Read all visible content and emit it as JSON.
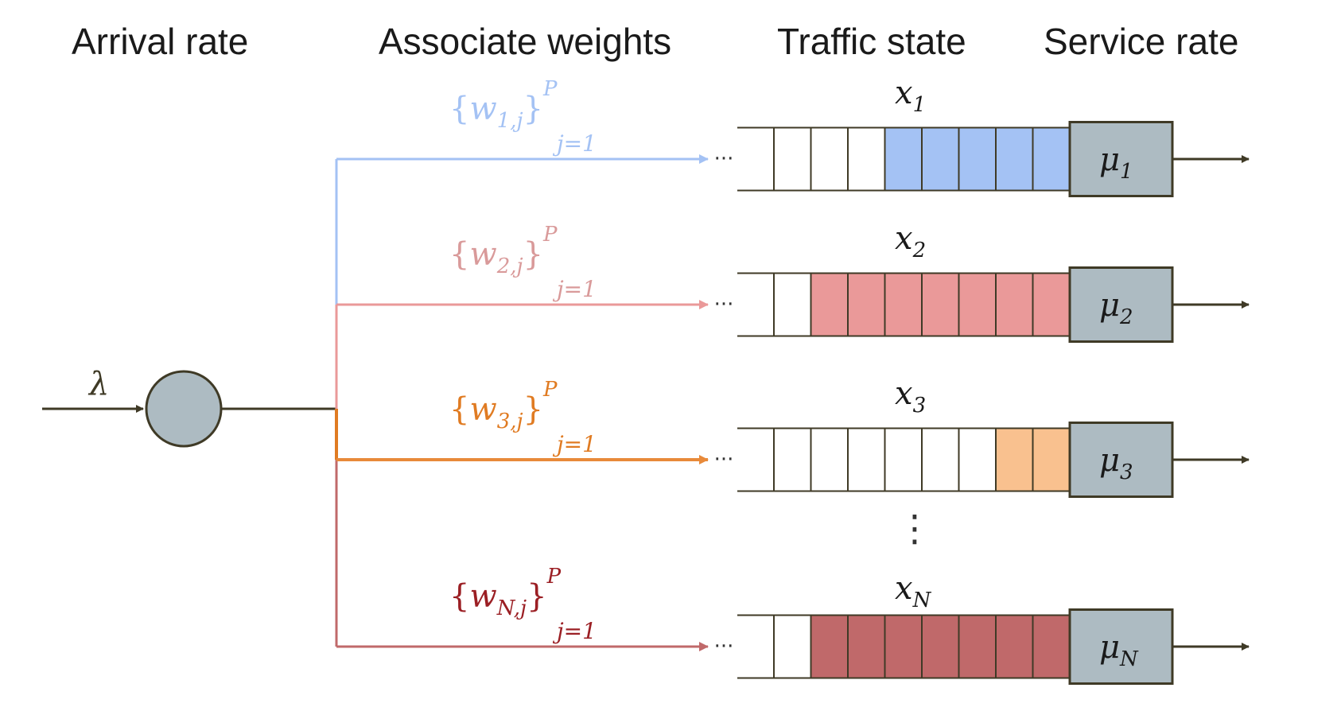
{
  "headers": {
    "arrival": "Arrival rate",
    "weights": "Associate weights",
    "traffic": "Traffic state",
    "service": "Service rate"
  },
  "source": {
    "symbol": "λ"
  },
  "ellipsis": "···",
  "vertical_dots": "⋮",
  "colors": {
    "line": "#3f3a26",
    "server": "#adbbc2",
    "cell_border": "#3f3a26"
  },
  "queues": [
    {
      "id": "1",
      "weight_main": "w",
      "weight_sub": "1,j",
      "sup": "P",
      "lower": "j=1",
      "state_main": "x",
      "state_sub": "1",
      "rate_main": "μ",
      "rate_sub": "1",
      "color": "#a4c2f4",
      "text_color": "#a4c2f4",
      "filled": 5,
      "total": 8
    },
    {
      "id": "2",
      "weight_main": "w",
      "weight_sub": "2,j",
      "sup": "P",
      "lower": "j=1",
      "state_main": "x",
      "state_sub": "2",
      "rate_main": "μ",
      "rate_sub": "2",
      "color": "#ea9999",
      "text_color": "#d99a9a",
      "filled": 7,
      "total": 8
    },
    {
      "id": "3",
      "weight_main": "w",
      "weight_sub": "3,j",
      "sup": "P",
      "lower": "j=1",
      "state_main": "x",
      "state_sub": "3",
      "rate_main": "μ",
      "rate_sub": "3",
      "color": "#f9c18f",
      "text_color": "#e07b22",
      "line_color": "#e88a3a",
      "filled": 2,
      "total": 8
    },
    {
      "id": "N",
      "weight_main": "w",
      "weight_sub": "N,j",
      "sup": "P",
      "lower": "j=1",
      "state_main": "x",
      "state_sub": "N",
      "rate_main": "μ",
      "rate_sub": "N",
      "color": "#c0696a",
      "text_color": "#9b1f24",
      "line_color": "#c0696a",
      "filled": 7,
      "total": 8
    }
  ]
}
